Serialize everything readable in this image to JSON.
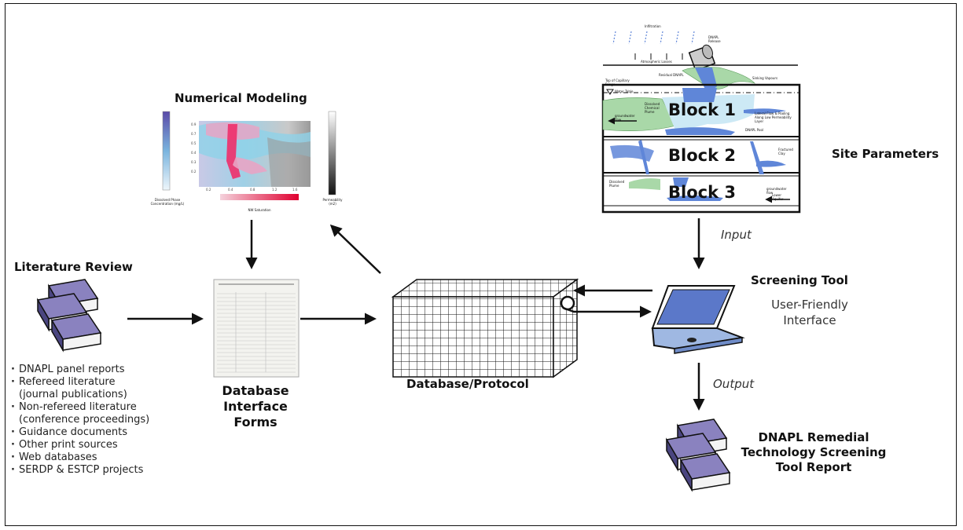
{
  "labels": {
    "numerical_modeling": "Numerical Modeling",
    "literature_review": "Literature Review",
    "database_forms": "Database Interface Forms",
    "database_protocol": "Database/Protocol",
    "site_parameters": "Site Parameters",
    "input": "Input",
    "output": "Output",
    "screening_tool": "Screening Tool",
    "user_friendly": "User-Friendly Interface",
    "report": "DNAPL Remedial Technology Screening Tool Report"
  },
  "literature_sources": [
    "DNAPL panel reports",
    "Refereed literature\n(journal publications)",
    "Non-refereed literature\n(conference proceedings)",
    "Guidance documents",
    "Other print sources",
    "Web databases",
    "SERDP & ESTCP projects"
  ],
  "site_blocks": [
    "Block 1",
    "Block 2",
    "Block 3"
  ],
  "site_annotations": {
    "infiltration": "Infiltration",
    "dnapl_release": "DNAPL Release",
    "atmospheric_losses": "Atmospheric Losses",
    "residual_dnapl": "Residual DNAPL",
    "sinking_vapours": "Sinking Vapours",
    "capillary_fringe": "Top of Capillary Fringe",
    "water_table": "Water Table",
    "dissolved_chemical_plume": "Dissolved Chemical Plume",
    "lateral_flow": "Lateral Flow & Pooling Along Low Permeability Layer",
    "groundwater_flow": "groundwater flow",
    "dnapl_pool": "DNAPL Pool",
    "fractured_clay": "Fractured Clay",
    "dissolved_plume": "Dissolved Plume",
    "lower_aquifer": "Lower Aquifer"
  },
  "model_labels": {
    "left_legend": "Dissolved Phase Concentration (mg/L)",
    "right_legend": "Permeability (m2)",
    "bottom_legend": "NW Saturation"
  },
  "colors": {
    "book": "#8a82bf",
    "book_dark": "#4a4580",
    "plume_green": "#a9d8a8",
    "dnapl_blue": "#5f86d8",
    "laptop_screen": "#5b78c9"
  }
}
